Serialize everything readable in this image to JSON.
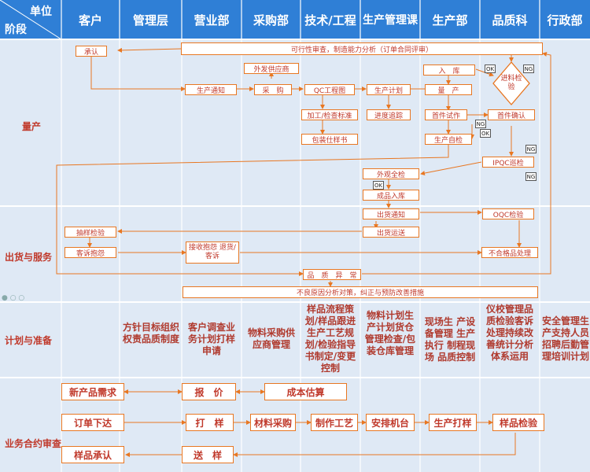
{
  "corner": {
    "unit": "单位",
    "stage": "阶段"
  },
  "departments": [
    "客户",
    "管理层",
    "营业部",
    "采购部",
    "技术/工程",
    "生产管理课",
    "生产部",
    "品质科",
    "行政部"
  ],
  "stages": [
    "量产",
    "出货与服务",
    "计划与准备",
    "业务合约审查"
  ],
  "flow": {
    "chengren": "承认",
    "kexing": "可行性审查，制造能力分析（订单合同评审）",
    "waifa": "外发供应商",
    "rukua": "入　库",
    "ok1": "OK",
    "jinliao": "进料检验",
    "ng1": "NG",
    "shengchan_tongzhi": "生产通知",
    "caigou": "采　购",
    "qc": "QC工程图",
    "shengchan_jihua": "生产计划",
    "liangchan": "量　产",
    "jiagong": "加工/检查标准",
    "jindu": "进度追踪",
    "shoujian": "首件试作",
    "shoujian_queren": "首件确认",
    "ng2": "NG",
    "ok2": "OK",
    "baozhuang": "包装仕样书",
    "zijian": "生产自检",
    "ng3": "NG",
    "ipqc": "IPQC巡检",
    "waiguan": "外观全检",
    "ng4": "NG",
    "ok3": "OK",
    "chengpin": "成品入库",
    "chuhuo_tongzhi": "出货通知",
    "oqc": "OQC检验",
    "chouyang": "抽样检验",
    "chuhuo_yunsong": "出货运送",
    "kesu": "客诉抱怨",
    "jieshou": "接收抱怨 退货/客诉",
    "buhege": "不合格品处理",
    "pinzhi": "品　质　异　常",
    "buliang": "不良原因分析对策，纠正与预防改善措施"
  },
  "plan_desc": {
    "guanli": "方针目标组织权责品质制度",
    "yingye": "客户调查业务计划打样申请",
    "caigou": "物料采购供应商管理",
    "jishu": "样品流程策划/样品跟进生产工艺规划/检验指导书制定/变更控制",
    "shengguan": "物料计划生产计划货仓管理检查/包装仓库管理",
    "shengchan": "现场生 产设备管理 生产执行 制程现场 品质控制",
    "pinzhi": "仪校管理品质检验客诉处理持续改善统计分析体系运用",
    "xingzheng": "安全管理生产支持人员招聘后勤管理培训计划"
  },
  "contract": {
    "xinchanpin": "新产品需求",
    "baojia": "报　价",
    "chengben": "成本估算",
    "dingdan": "订单下达",
    "dayang": "打　样",
    "cailiao": "材料采购",
    "zhizuo": "制作工艺",
    "anpai": "安排机台",
    "shengchan_dayang": "生产打样",
    "yangpin_jianyan": "样品检验",
    "yangpin_chengren": "样品承认",
    "songyang": "送　样"
  },
  "colors": {
    "header_blue": "#2f7fd6",
    "stage_bg": "#dfe9f5",
    "box_border": "#e87722",
    "text_red": "#c0392b",
    "arrow": "#e87722"
  }
}
